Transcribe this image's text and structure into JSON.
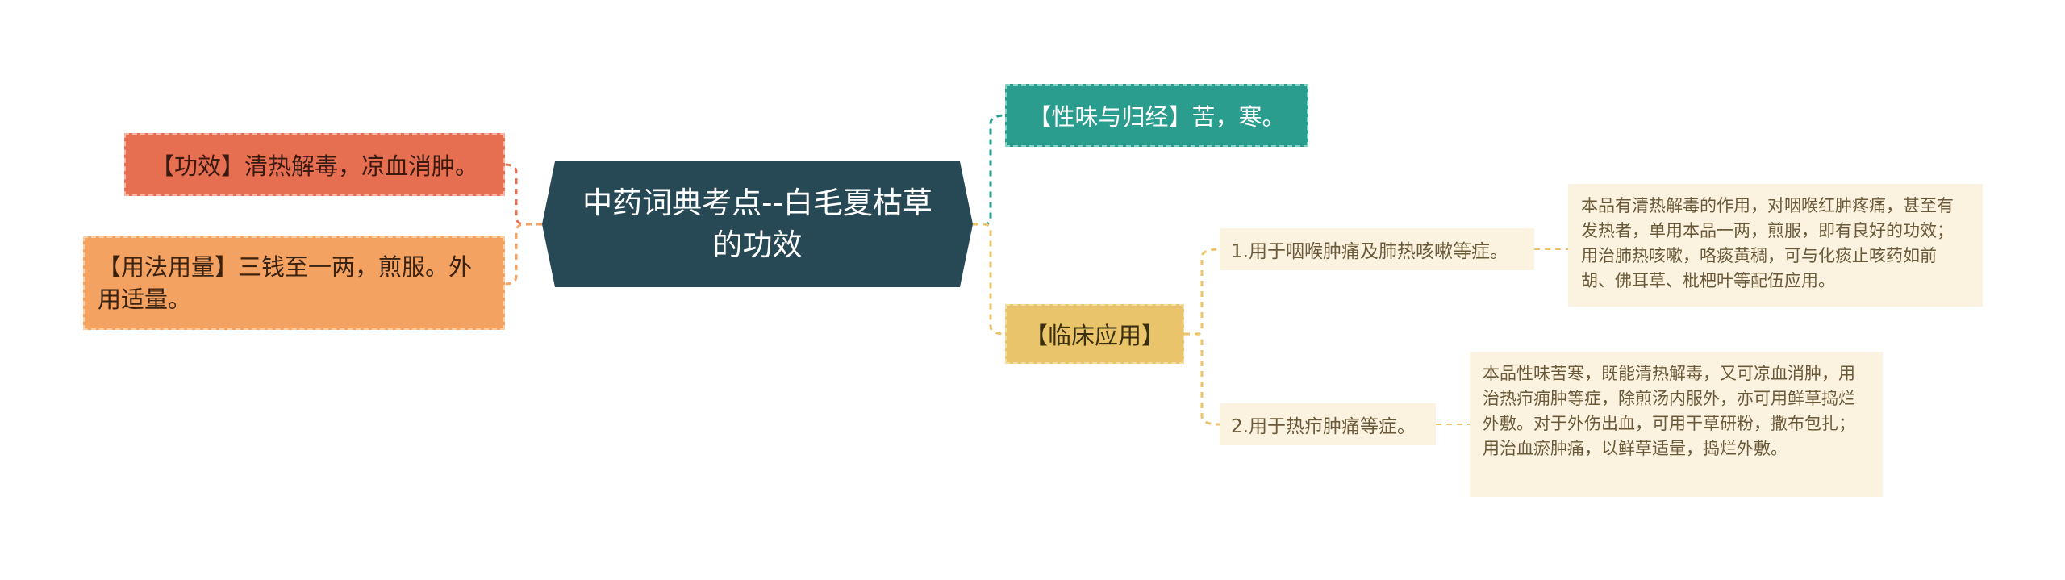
{
  "center": {
    "title": "中药词典考点--白毛夏枯草的功效"
  },
  "left": {
    "efficacy": "【功效】清热解毒，凉血消肿。",
    "dosage": "【用法用量】三钱至一两，煎服。外用适量。"
  },
  "right": {
    "nature": "【性味与归经】苦，寒。",
    "clinical": "【临床应用】",
    "items": [
      {
        "label": "1.用于咽喉肿痛及肺热咳嗽等症。",
        "detail": "本品有清热解毒的作用，对咽喉红肿疼痛，甚至有发热者，单用本品一两，煎服，即有良好的功效；用治肺热咳嗽，咯痰黄稠，可与化痰止咳药如前胡、佛耳草、枇杷叶等配伍应用。"
      },
      {
        "label": "2.用于热疖肿痛等症。",
        "detail": "本品性味苦寒，既能清热解毒，又可凉血消肿，用治热疖痈肿等症，除煎汤内服外，亦可用鲜草捣烂外敷。对于外伤出血，可用干草研粉，撒布包扎；用治血瘀肿痛，以鲜草适量，捣烂外敷。"
      }
    ]
  },
  "colors": {
    "center": "#274855",
    "efficacy": "#e76f51",
    "dosage": "#f4a261",
    "nature": "#2a9d8f",
    "clinical": "#e9c46a",
    "sub": "#fbf3e0"
  }
}
